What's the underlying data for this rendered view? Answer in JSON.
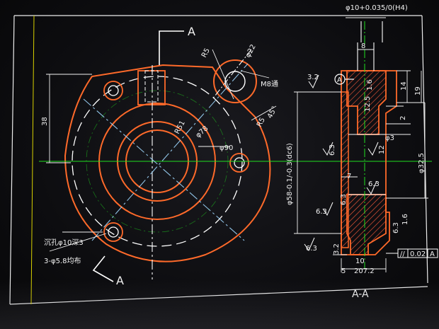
{
  "section_markers": {
    "top": "A",
    "bottom": "A",
    "section_title": "A-A"
  },
  "plan_dims": {
    "d22": "φ22",
    "r5": "R5",
    "m8": "M8通",
    "r51": "R51",
    "d78": "φ78",
    "r5b": "R5",
    "a45": "45°",
    "d90": "φ90",
    "h38": "38",
    "d58": "φ58-0.1/-0.3(dc6)",
    "holes_note": "沉孔φ10深3",
    "holes_size": "3-φ5.8均布"
  },
  "section_dims": {
    "d10": "φ10+0.035/0(H4)",
    "w8": "8",
    "ra32_top": "3.2",
    "ra16_top": "1.6",
    "h14": "14",
    "h19": "19",
    "ra125": "12.5",
    "h2": "2",
    "ra63_a": "6.3",
    "d3": "φ3",
    "h12": "12",
    "d325": "φ32.5",
    "w7": "7",
    "ra63_b": "6.3",
    "ra63_c": "6.3",
    "ra16_b": "1.6",
    "ra63_d": "6.3",
    "ra63_e": "6.3",
    "ra32_b": "3.2",
    "w5": "5",
    "w2072": "207.2",
    "w10": "10",
    "tol_sym": "//",
    "tol_val": "0.02",
    "tol_ref": "A"
  },
  "colors": {
    "outline": "#ff6a2a",
    "hidden": "#ffffff",
    "center": "#20e020",
    "dim": "#f2f2f2",
    "hatch": "#ff5b3b"
  }
}
